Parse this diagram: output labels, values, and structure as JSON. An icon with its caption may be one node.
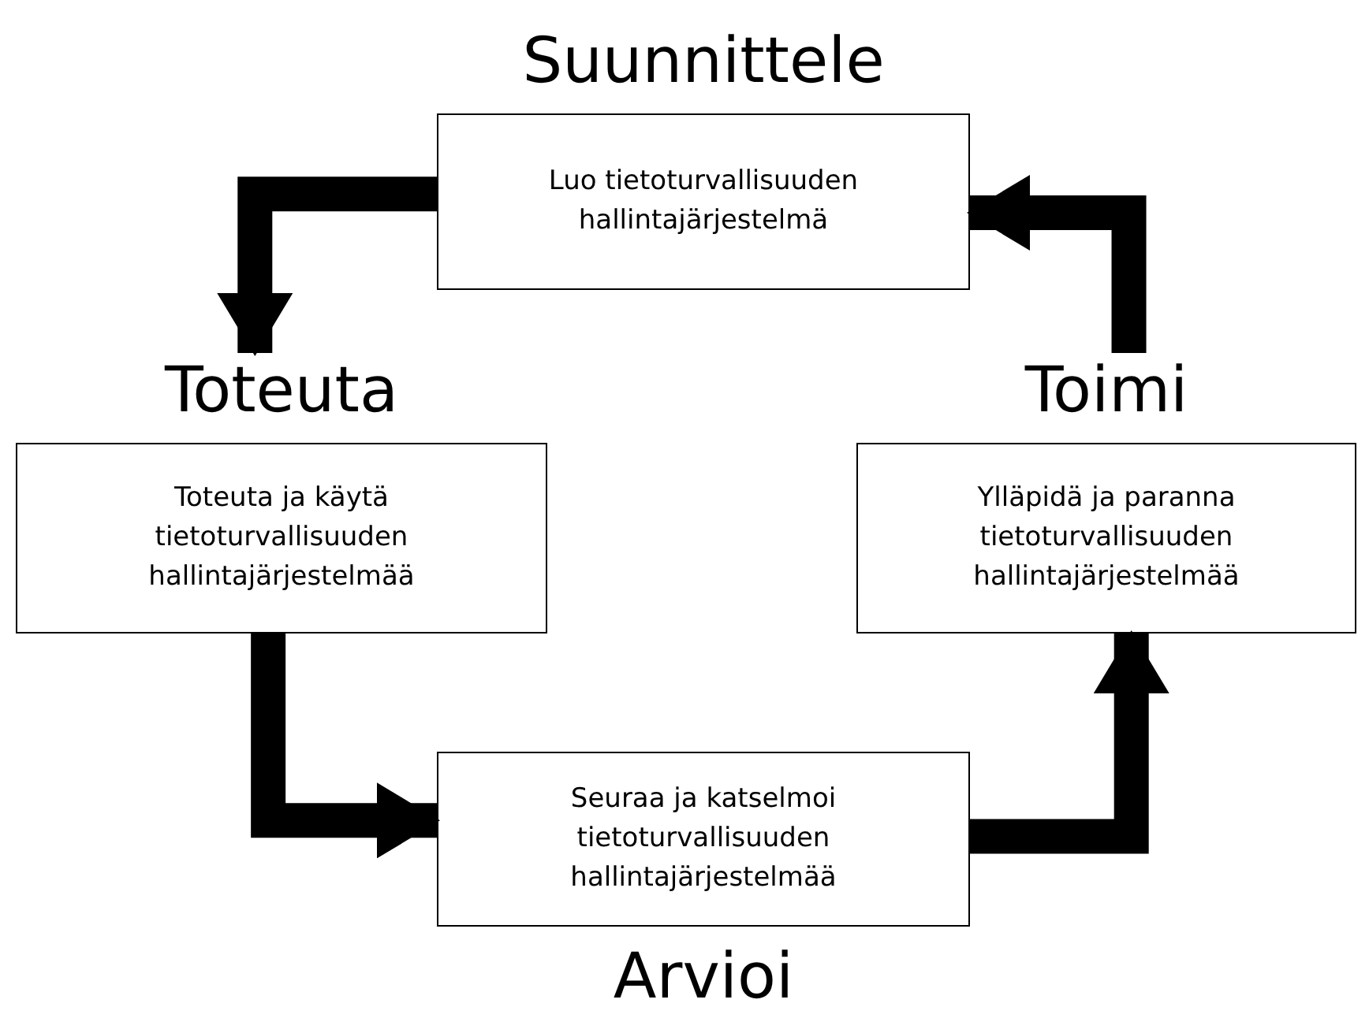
{
  "diagram": {
    "nodes": [
      {
        "text": [
          "Suunnittele",
          "Luo tietoturvallisuuden hallintajärjestelmä"
        ]
      },
      {
        "text": [
          "Toteuta",
          "Toteuta ja käytä tietoturvallisuuden hallintajärjestelmää"
        ]
      },
      {
        "text": [
          "Toimi",
          "Ylläpidä ja paranna tietoturvallisuuden hallintajärjestelmää"
        ]
      },
      {
        "text": [
          "Seuraa ja katselmoi tietoturvallisuuden hallintajärjestelmää",
          "Arvioi"
        ]
      }
    ],
    "edges": [
      {
        "from": 0,
        "to": 1,
        "arrow": "to"
      },
      {
        "from": 1,
        "to": 3,
        "arrow": "to"
      },
      {
        "from": 3,
        "to": 2,
        "arrow": "to"
      },
      {
        "from": 2,
        "to": 0,
        "arrow": "to"
      }
    ]
  }
}
